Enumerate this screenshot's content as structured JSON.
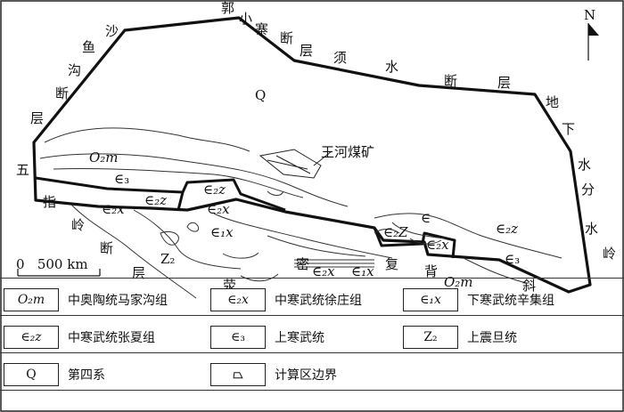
{
  "map": {
    "north_label": "N",
    "scale_label": "0   500 km",
    "faults": {
      "shayugou_chars": [
        "沙",
        "鱼",
        "沟",
        "断",
        "层"
      ],
      "guoxiaozhai_chars": [
        "郭",
        "小",
        "寨",
        "断",
        "层"
      ],
      "xushui_chars": [
        "须",
        "水",
        "断",
        "层"
      ],
      "dixia_chars": [
        "地",
        "下",
        "水",
        "分",
        "水",
        "岭"
      ],
      "wuzhiling_chars": [
        "五",
        "指",
        "岭",
        "断",
        "层"
      ],
      "yingmi_chars": [
        "荥",
        "密"
      ],
      "fuxie_chars": [
        "复",
        "背",
        "斜"
      ]
    },
    "mine_label": "王河煤矿",
    "units": {
      "q": "Q",
      "o2m": "O₂m",
      "e3_a": "∈₃",
      "e2z_a": "∈₂z",
      "e2z_b": "∈₂z",
      "e2x_a": "∈₂x",
      "e2x_b": "∈₂x",
      "e1x_a": "∈₁x",
      "z2": "Z₂",
      "e2x_c": "∈₂x",
      "e1x_b": "∈₁x",
      "ex_small": "∈",
      "e2z_c": "∈₂Z",
      "e2x_d": "∈₂x",
      "e2z_d": "∈₂z",
      "e3_b": "∈₃",
      "o2m_b": "O₂m"
    }
  },
  "legend": {
    "rows": [
      [
        {
          "symbol": "O₂m",
          "text": "中奥陶统马家沟组"
        },
        {
          "symbol": "∈₂x",
          "text": "中寒武统徐庄组"
        },
        {
          "symbol": "∈₁x",
          "text": "下寒武统辛集组"
        }
      ],
      [
        {
          "symbol": "∈₂z",
          "text": "中寒武统张夏组"
        },
        {
          "symbol": "∈₃",
          "text": "上寒武统"
        },
        {
          "symbol": "Z₂",
          "text": "上震旦统"
        }
      ],
      [
        {
          "symbol": "Q",
          "text": "第四系"
        },
        {
          "symbol": "⏢",
          "text": "计算区边界"
        }
      ]
    ]
  }
}
